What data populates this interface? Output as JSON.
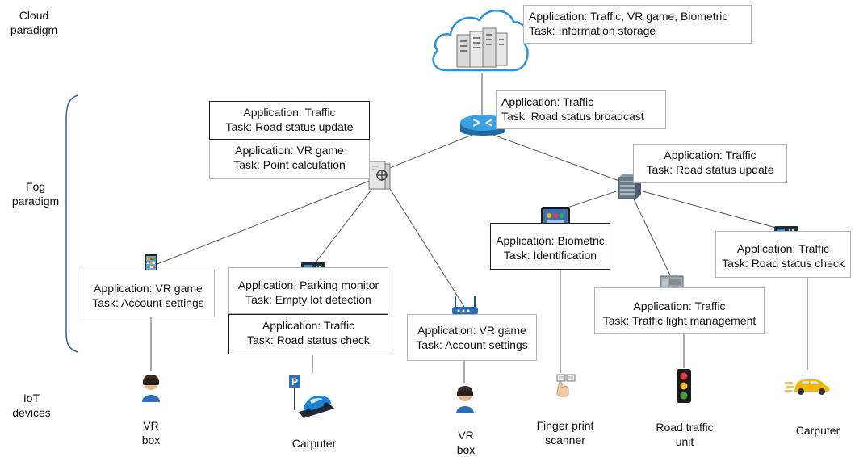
{
  "paradigms": {
    "cloud": [
      "Cloud",
      "paradigm"
    ],
    "fog": [
      "Fog",
      "paradigm"
    ],
    "iot": [
      "IoT",
      "devices"
    ]
  },
  "boxes": {
    "cloud": {
      "app": "Application: Traffic, VR game, Biometric",
      "task": "Task: Information storage"
    },
    "router": {
      "app": "Application: Traffic",
      "task": "Task: Road status broadcast"
    },
    "server_traffic": {
      "app": "Application: Traffic",
      "task": "Task: Road status update"
    },
    "server_vr": {
      "app": "Application: VR game",
      "task": "Task: Point calculation"
    },
    "rack_traffic": {
      "app": "Application: Traffic",
      "task": "Task: Road status update"
    },
    "phone": {
      "app": "Application: VR game",
      "task": "Task: Account settings"
    },
    "parking": {
      "app": "Application: Parking monitor",
      "task": "Task: Empty lot detection"
    },
    "parking_traffic": {
      "app": "Application: Traffic",
      "task": "Task: Road status check"
    },
    "wifi": {
      "app": "Application: VR game",
      "task": "Task: Account settings"
    },
    "tablet": {
      "app": "Application: Biometric",
      "task": "Task: Identification"
    },
    "plc": {
      "app": "Application: Traffic",
      "task": "Task: Traffic light management"
    },
    "gateway": {
      "app": "Application: Traffic",
      "task": "Task: Road status check"
    }
  },
  "devices": {
    "vr1": [
      "VR",
      "box"
    ],
    "carputer1": [
      "Carputer"
    ],
    "vr2": [
      "VR",
      "box"
    ],
    "finger": [
      "Finger print",
      "scanner"
    ],
    "traffic_unit": [
      "Road traffic",
      "unit"
    ],
    "carputer2": [
      "Carputer"
    ]
  },
  "colors": {
    "bracket": "#2f5fa8",
    "router": "#2a8fd0",
    "line": "#555555"
  }
}
